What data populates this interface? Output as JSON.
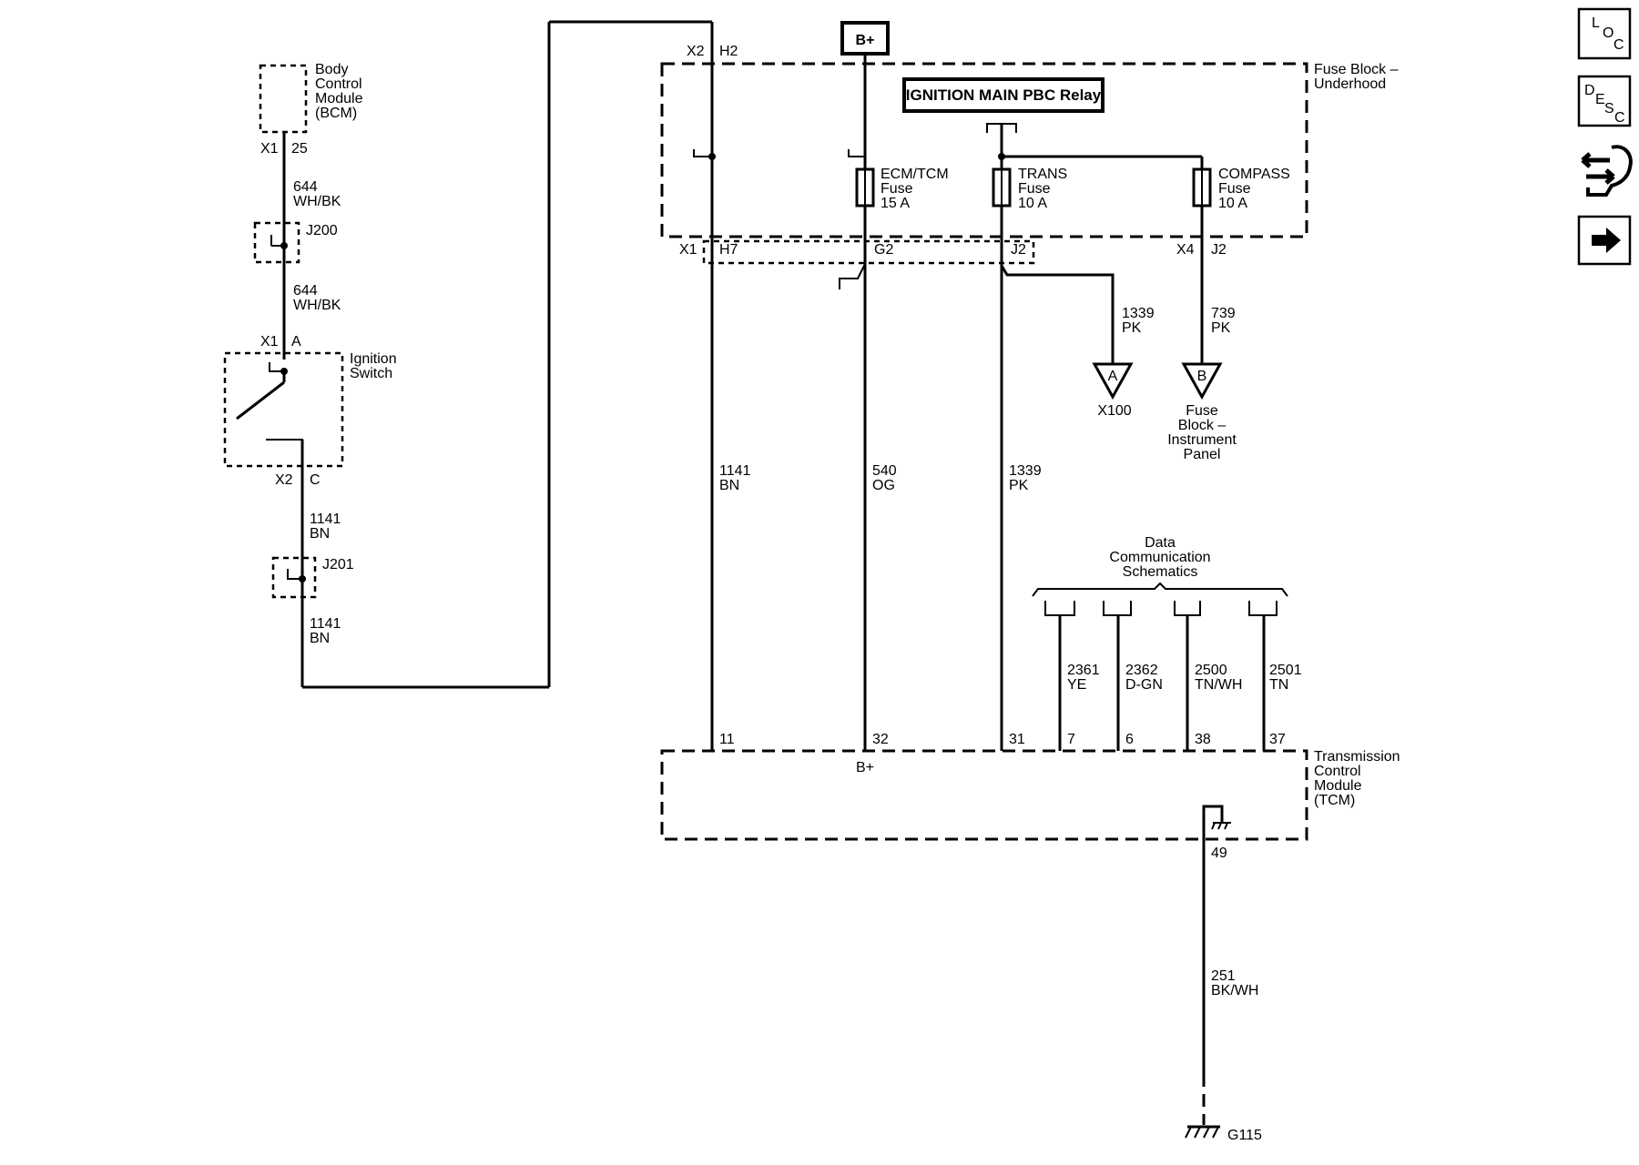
{
  "modules": {
    "bcm": [
      "Body",
      "Control",
      "Module",
      "(BCM)"
    ],
    "ignition_switch": [
      "Ignition",
      "Switch"
    ],
    "fuse_block_underhood": [
      "Fuse Block –",
      "Underhood"
    ],
    "tcm": [
      "Transmission",
      "Control",
      "Module",
      "(TCM)"
    ]
  },
  "relay_label": "IGNITION MAIN PBC Relay",
  "battery_label": "B+",
  "tcm_bplus_label": "B+",
  "connectors": {
    "bcm_x1": "X1",
    "bcm_pin": "25",
    "ign_x1": "X1",
    "ign_pin_a": "A",
    "ign_x2": "X2",
    "ign_pin_c": "C",
    "fb_x2": "X2",
    "fb_h2": "H2",
    "fb_x1": "X1",
    "fb_h7": "H7",
    "fb_g2": "G2",
    "fb_j2a": "J2",
    "fb_x4": "X4",
    "fb_j2b": "J2"
  },
  "splices": {
    "j200": "J200",
    "j201": "J201"
  },
  "fuses": {
    "ecm_tcm": [
      "ECM/TCM",
      "Fuse",
      "15 A"
    ],
    "trans": [
      "TRANS",
      "Fuse",
      "10 A"
    ],
    "compass": [
      "COMPASS",
      "Fuse",
      "10 A"
    ]
  },
  "wires": {
    "w644a": [
      "644",
      "WH/BK"
    ],
    "w644b": [
      "644",
      "WH/BK"
    ],
    "w1141a": [
      "1141",
      "BN"
    ],
    "w1141b": [
      "1141",
      "BN"
    ],
    "w1141c": [
      "1141",
      "BN"
    ],
    "w540": [
      "540",
      "OG"
    ],
    "w1339a": [
      "1339",
      "PK"
    ],
    "w1339b": [
      "1339",
      "PK"
    ],
    "w739": [
      "739",
      "PK"
    ],
    "w2361": [
      "2361",
      "YE"
    ],
    "w2362": [
      "2362",
      "D-GN"
    ],
    "w2500": [
      "2500",
      "TN/WH"
    ],
    "w2501": [
      "2501",
      "TN"
    ],
    "w251": [
      "251",
      "BK/WH"
    ]
  },
  "tcm_pins": {
    "p11": "11",
    "p32": "32",
    "p31": "31",
    "p7": "7",
    "p6": "6",
    "p38": "38",
    "p37": "37",
    "p49": "49"
  },
  "offpage": {
    "a_letter": "A",
    "a_label": "X100",
    "b_letter": "B",
    "b_label": [
      "Fuse",
      "Block –",
      "Instrument",
      "Panel"
    ]
  },
  "data_comm": [
    "Data",
    "Communication",
    "Schematics"
  ],
  "ground_label": "G115",
  "nav_buttons": {
    "loc": [
      "L",
      "O",
      "C"
    ],
    "desc": [
      "D",
      "E",
      "S",
      "C"
    ]
  }
}
